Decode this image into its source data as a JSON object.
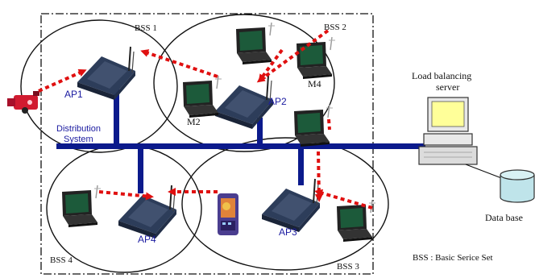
{
  "diagram": {
    "labels": {
      "bss1": "BSS 1",
      "bss2": "BSS 2",
      "bss3": "BSS 3",
      "bss4": "BSS 4",
      "ap1": "AP1",
      "ap2": "AP2",
      "ap3": "AP3",
      "ap4": "AP4",
      "m2": "M2",
      "m4": "M4",
      "distribution_line1": "Distribution",
      "distribution_line2": "System",
      "server_line1": "Load balancing",
      "server_line2": "server",
      "database": "Data base",
      "legend": "BSS : Basic Serice Set"
    },
    "colors": {
      "backbone": "#0b1a8c",
      "ap_label": "#1a1aa0",
      "arrow": "#e01010",
      "cylinder": "#bfe4ea",
      "screen": "#1c5a3a"
    },
    "icons": {
      "access_point": "wireless-router-icon",
      "laptop": "laptop-icon",
      "camera": "video-camera-icon",
      "pda": "pda-icon",
      "server": "desktop-computer-icon",
      "database": "database-cylinder-icon"
    }
  }
}
